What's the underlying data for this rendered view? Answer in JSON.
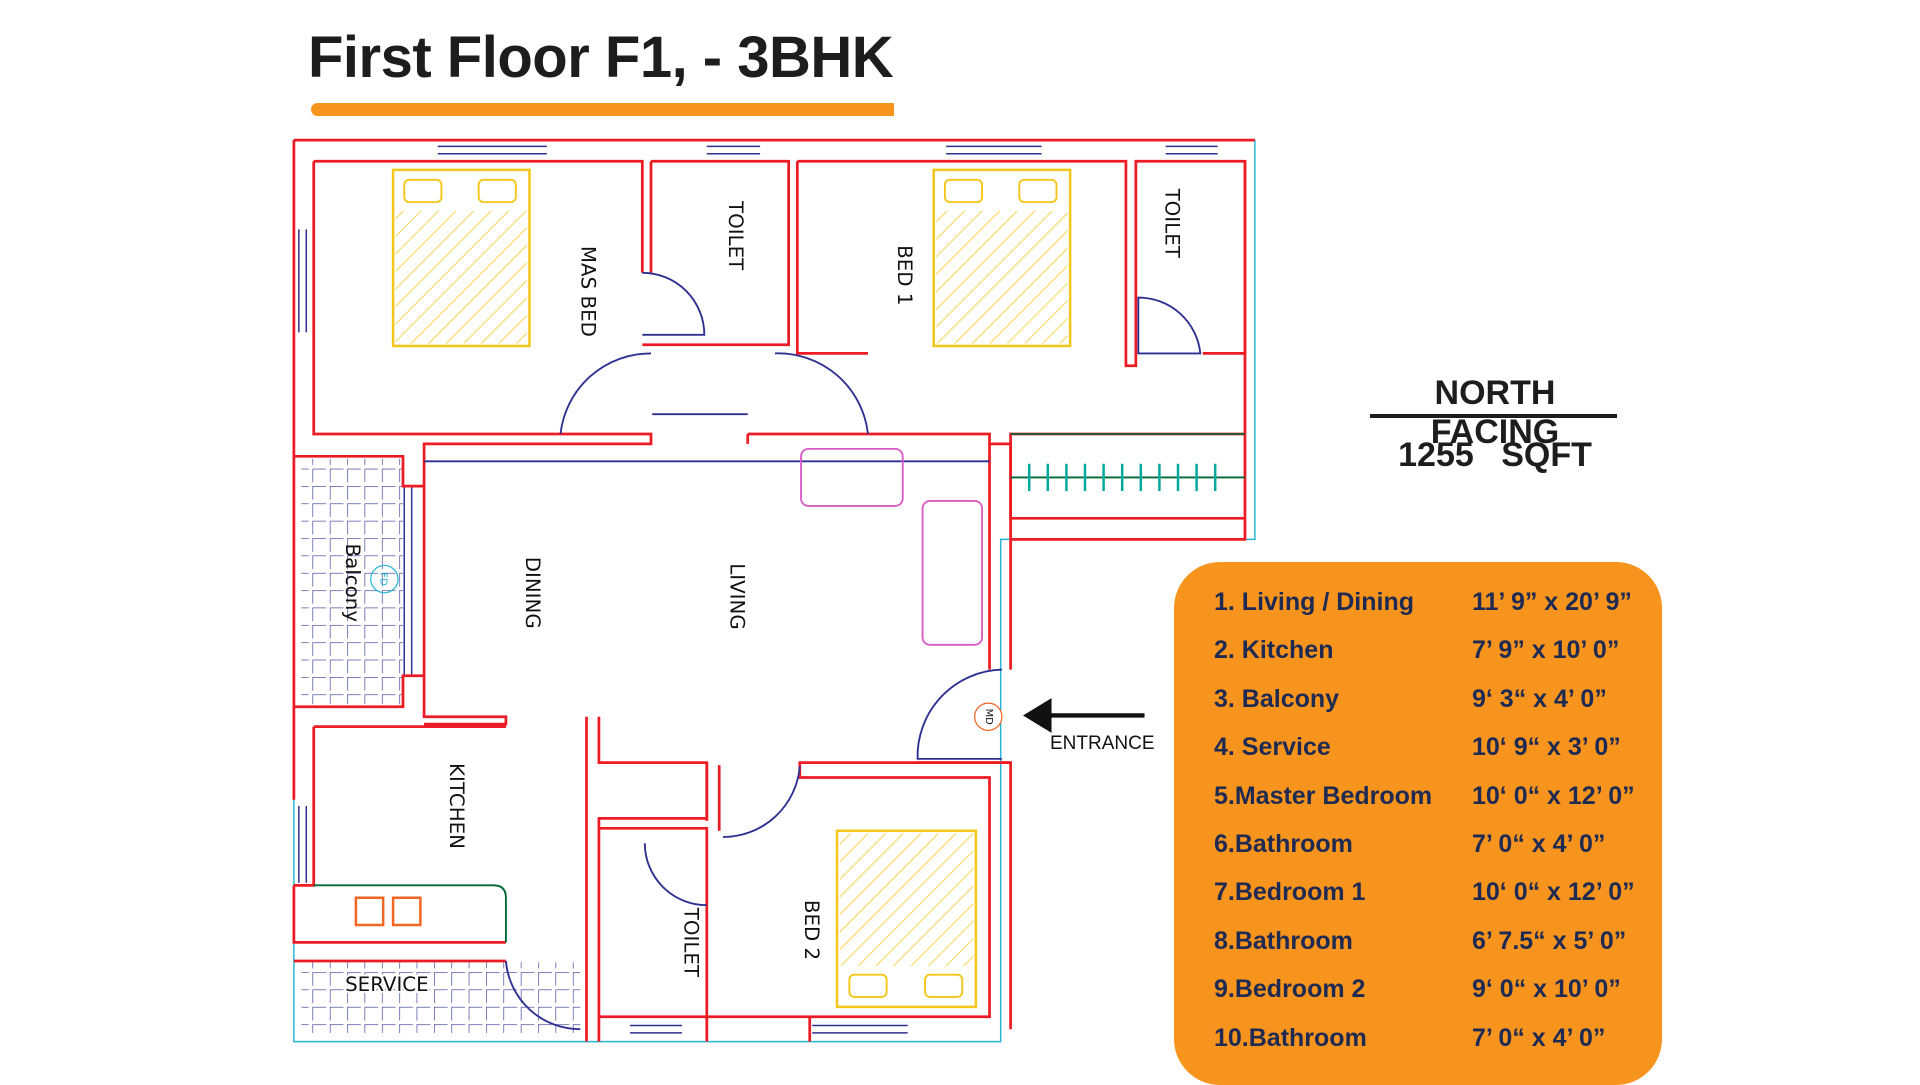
{
  "title": "First Floor F1, - 3BHK",
  "facing": "NORTH FACING",
  "area": "1255 SQFT",
  "entrance_label": "ENTRANCE",
  "rooms": {
    "mas_bed": "MAS BED",
    "toilet_1": "TOILET",
    "bed_1": "BED 1",
    "toilet_2": "TOILET",
    "balcony": "Balcony",
    "dining": "DINING",
    "living": "LIVING",
    "kitchen": "KITCHEN",
    "toilet_3": "TOILET",
    "bed_2": "BED 2",
    "service": "SERVICE",
    "main_door": "MD",
    "french_door": "FD"
  },
  "legend": [
    {
      "name": "1.  Living / Dining",
      "size": "11’ 9” x 20’ 9”"
    },
    {
      "name": "2. Kitchen",
      "size": "7’ 9” x 10’ 0”"
    },
    {
      "name": "3. Balcony",
      "size": "9‘ 3“ x 4’ 0”"
    },
    {
      "name": "4. Service",
      "size": "10‘ 9“ x 3’ 0”"
    },
    {
      "name": "5.Master Bedroom",
      "size": "10‘ 0“ x 12’ 0”"
    },
    {
      "name": "6.Bathroom",
      "size": "7’ 0“ x 4’ 0”"
    },
    {
      "name": "7.Bedroom  1",
      "size": "10‘ 0“ x 12’ 0”"
    },
    {
      "name": "8.Bathroom",
      "size": "6’ 7.5“ x 5’ 0”"
    },
    {
      "name": "9.Bedroom  2",
      "size": "9‘ 0“ x 10’ 0”"
    },
    {
      "name": "10.Bathroom",
      "size": "7’ 0“ x 4’ 0”"
    }
  ],
  "colors": {
    "accent": "#f7941d",
    "wall": "#ed1c24",
    "text": "#1e2a52"
  }
}
